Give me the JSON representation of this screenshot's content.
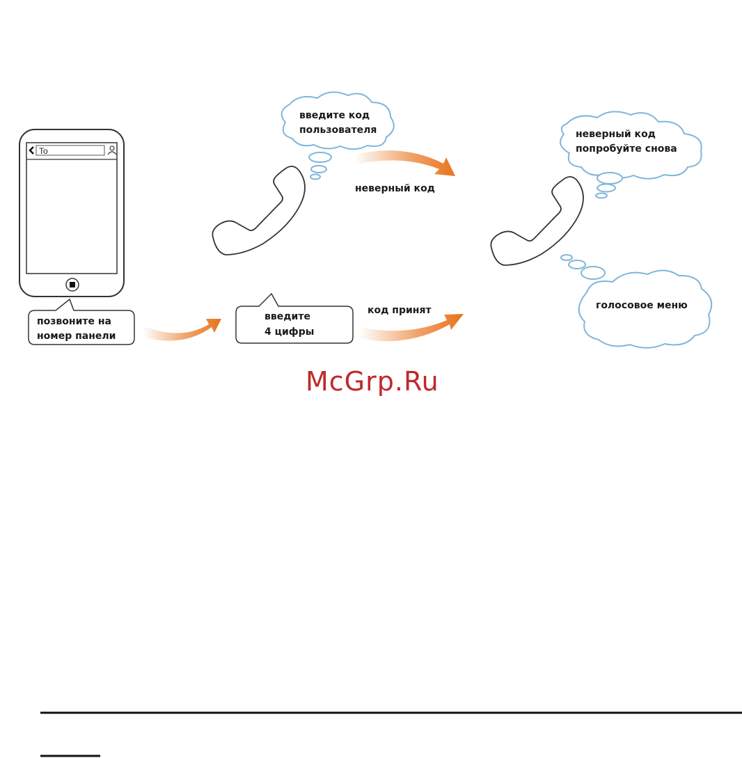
{
  "phone": {
    "search_field_text": "To"
  },
  "steps": {
    "call_panel": [
      "позвоните на",
      "номер панели"
    ],
    "enter_digits": [
      "введите",
      "4 цифры"
    ],
    "code_accepted": "код принят",
    "enter_user_code": [
      "введите код",
      "пользователя"
    ],
    "wrong_code": "неверный код",
    "wrong_code_retry": [
      "неверный код",
      "попробуйте снова"
    ],
    "voice_menu": "голосовое меню"
  },
  "watermark": "McGrp.Ru",
  "colors": {
    "arrow": "#e8731c",
    "cloud_stroke": "#7fb6d9",
    "outline": "#333333",
    "watermark": "#c0282c"
  }
}
